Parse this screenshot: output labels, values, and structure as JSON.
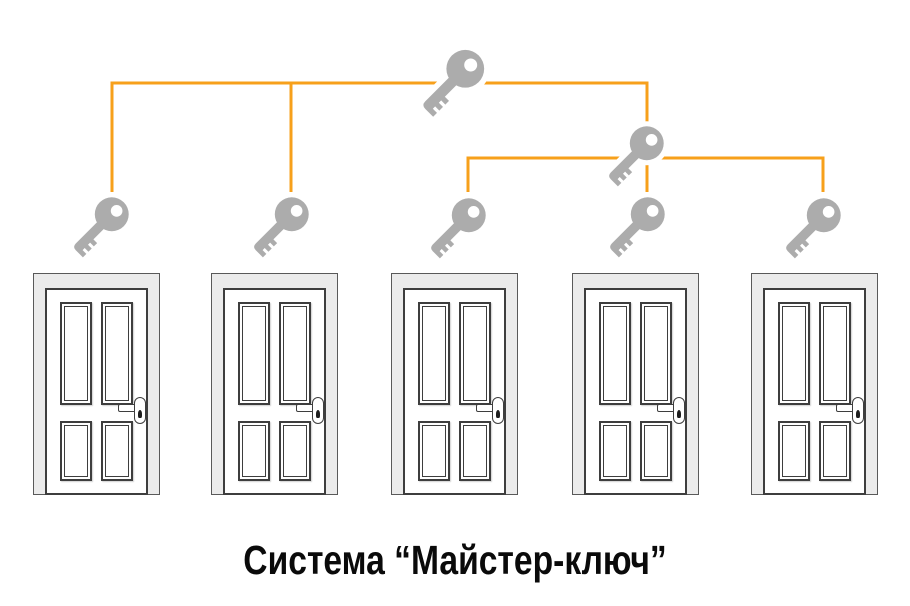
{
  "diagram": {
    "caption": "Система “Майстер-ключ”",
    "colors": {
      "connector": "#F7A01B",
      "key_fill": "#ACACAC",
      "key_halo": "#FFFFFF",
      "door_outline": "#3E3E3E",
      "door_frame_fill": "#EBEBEB",
      "background": "#FFFFFF",
      "caption_text": "#0A0A0A"
    },
    "keys": [
      {
        "id": "master-key",
        "level": "master",
        "icon": "key-icon"
      },
      {
        "id": "submaster-key",
        "level": "submaster",
        "icon": "key-icon"
      },
      {
        "id": "key-1",
        "level": "door-key",
        "door": "door-1",
        "icon": "key-icon"
      },
      {
        "id": "key-2",
        "level": "door-key",
        "door": "door-2",
        "icon": "key-icon"
      },
      {
        "id": "key-3",
        "level": "door-key",
        "door": "door-3",
        "icon": "key-icon"
      },
      {
        "id": "key-4",
        "level": "door-key",
        "door": "door-4",
        "icon": "key-icon"
      },
      {
        "id": "key-5",
        "level": "door-key",
        "door": "door-5",
        "icon": "key-icon"
      }
    ],
    "doors": [
      {
        "id": "door-1"
      },
      {
        "id": "door-2"
      },
      {
        "id": "door-3"
      },
      {
        "id": "door-4"
      },
      {
        "id": "door-5"
      }
    ],
    "connections": [
      {
        "from": "master-key",
        "to": [
          "key-1",
          "key-2",
          "submaster-key"
        ]
      },
      {
        "from": "submaster-key",
        "to": [
          "key-3",
          "key-4",
          "key-5"
        ]
      }
    ]
  }
}
